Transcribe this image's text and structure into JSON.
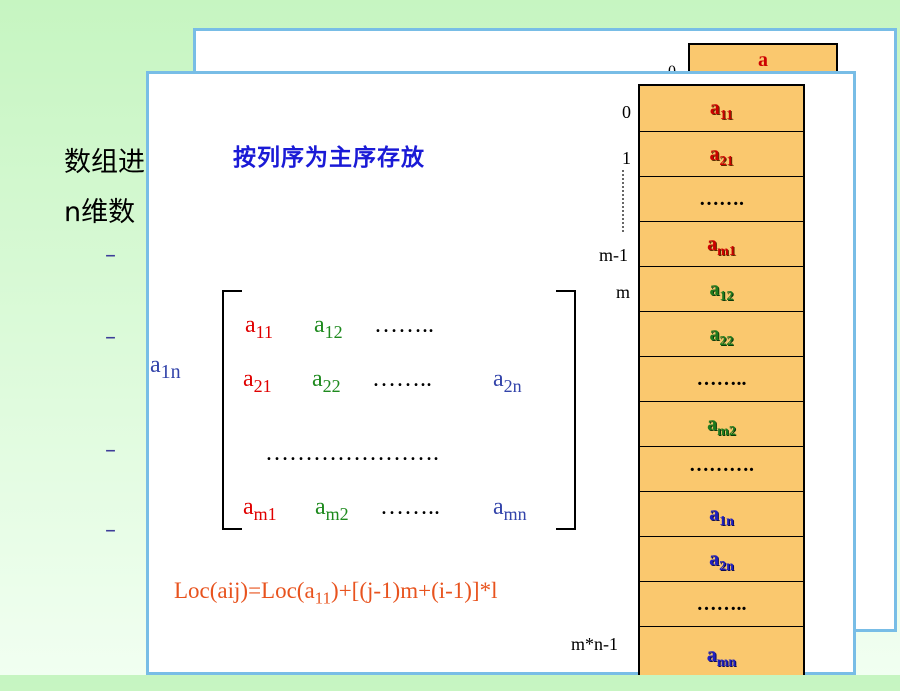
{
  "background": {
    "text_line1": "数组进",
    "text_line2": "n维数",
    "dashes": [
      "–",
      "–",
      "–",
      "–"
    ],
    "back_cell_text": "a",
    "back_index": "0"
  },
  "slide": {
    "title": "按列序为主序存放",
    "left_label": {
      "base": "a",
      "sub": "1n"
    },
    "matrix": {
      "row1": [
        {
          "base": "a",
          "sub": "11",
          "color": "#e00000"
        },
        {
          "base": "a",
          "sub": "12",
          "color": "#1e8a1e"
        },
        {
          "text": "…….."
        }
      ],
      "row2": [
        {
          "base": "a",
          "sub": "21",
          "color": "#e00000"
        },
        {
          "base": "a",
          "sub": "22",
          "color": "#1e8a1e"
        },
        {
          "text": "…….."
        },
        {
          "base": "a",
          "sub": "2n",
          "color": "#3344aa"
        }
      ],
      "row3": {
        "text": "…………………."
      },
      "row4": [
        {
          "base": "a",
          "sub": "m1",
          "color": "#e00000"
        },
        {
          "base": "a",
          "sub": "m2",
          "color": "#1e8a1e"
        },
        {
          "text": "…….."
        },
        {
          "base": "a",
          "sub": "mn",
          "color": "#3344aa"
        }
      ]
    },
    "formula": {
      "p1": "Loc(aij)=Loc(a",
      "sub": "11",
      "p2": ")+[(j-1)m+(i-1)]*l"
    },
    "memory": {
      "cells": [
        {
          "base": "a",
          "sub": "11",
          "type": "red"
        },
        {
          "base": "a",
          "sub": "21",
          "type": "red"
        },
        {
          "text": "…….",
          "type": "dots"
        },
        {
          "base": "a",
          "sub": "m1",
          "type": "red"
        },
        {
          "base": "a",
          "sub": "12",
          "type": "green"
        },
        {
          "base": "a",
          "sub": "22",
          "type": "green"
        },
        {
          "text": "……..",
          "type": "dots"
        },
        {
          "base": "a",
          "sub": "m2",
          "type": "green"
        },
        {
          "text": "……….",
          "type": "dots"
        },
        {
          "base": "a",
          "sub": "1n",
          "type": "blue"
        },
        {
          "base": "a",
          "sub": "2n",
          "type": "blue"
        },
        {
          "text": "……..",
          "type": "dots"
        },
        {
          "base": "a",
          "sub": "mn",
          "type": "blue"
        }
      ],
      "indices": [
        "0",
        "1",
        "m-1",
        "m",
        "m*n-1"
      ]
    }
  }
}
